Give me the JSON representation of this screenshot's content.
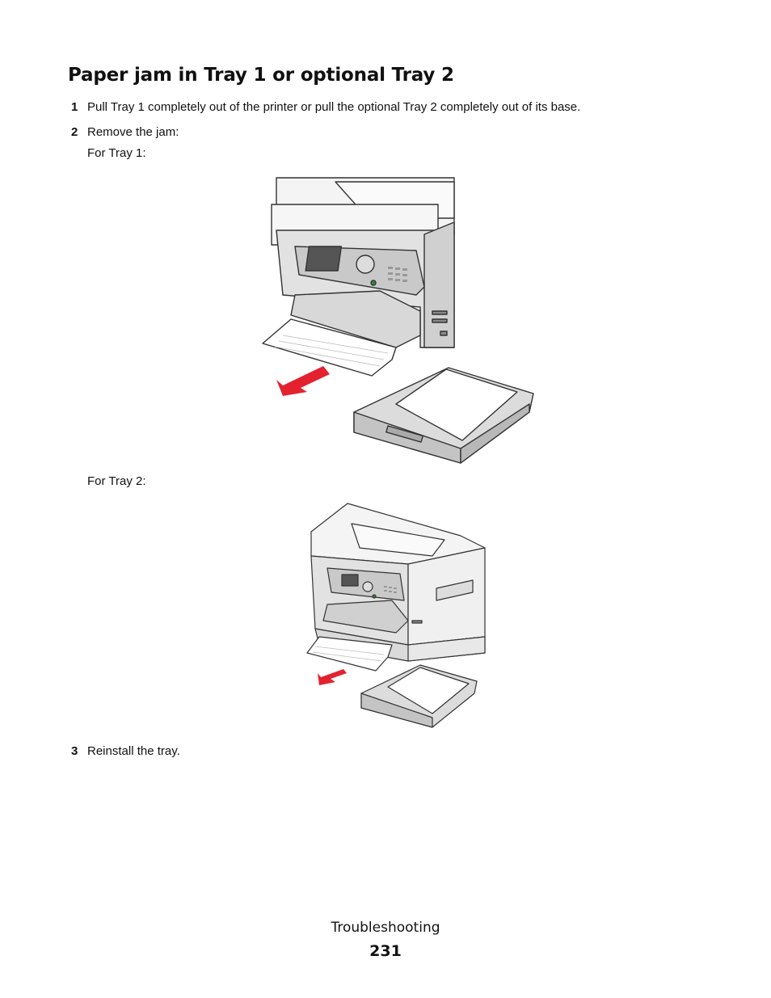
{
  "title": "Paper jam in Tray 1 or optional Tray 2",
  "steps": [
    {
      "num": "1",
      "text": "Pull Tray 1 completely out of the printer or pull the optional Tray 2 completely out of its base."
    },
    {
      "num": "2",
      "text": "Remove the jam:"
    },
    {
      "num": "3",
      "text": "Reinstall the tray."
    }
  ],
  "sublabels": {
    "tray1": "For Tray 1:",
    "tray2": "For Tray 2:"
  },
  "footer": {
    "section": "Troubleshooting",
    "page": "231"
  },
  "colors": {
    "arrow": "#e3212f",
    "outline": "#333333",
    "panel": "#c9c9c9",
    "body": "#e8e8e8"
  }
}
